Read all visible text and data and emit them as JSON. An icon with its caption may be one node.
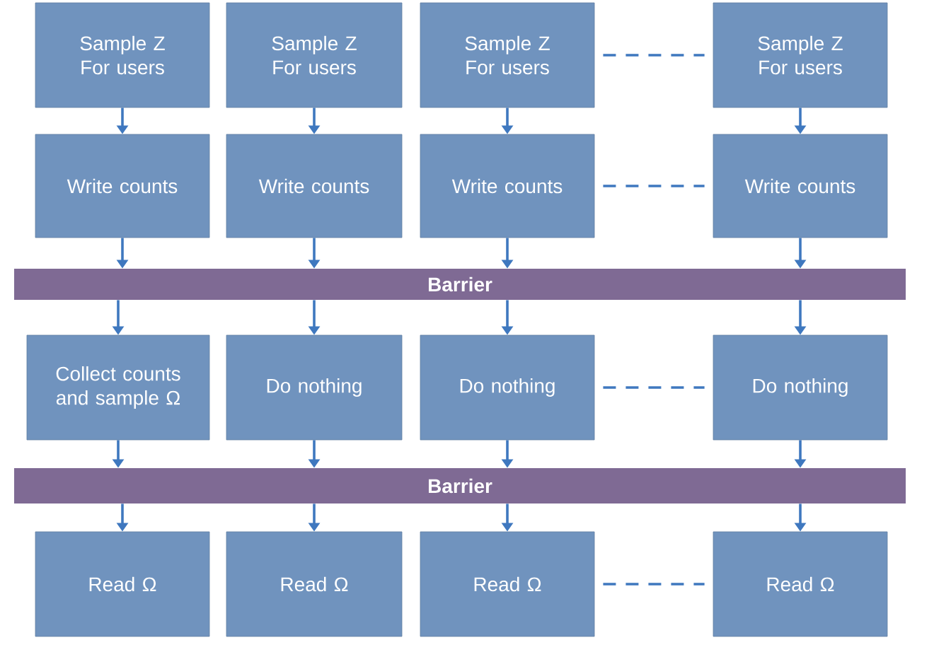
{
  "diagram": {
    "nodes": [
      {
        "text": [
          "Sample Z For users"
        ]
      },
      {
        "text": [
          "Sample Z For users"
        ]
      },
      {
        "text": [
          "Sample Z For users"
        ]
      },
      {
        "text": [
          "Sample Z For users"
        ]
      },
      {
        "text": [
          "Write counts"
        ]
      },
      {
        "text": [
          "Write counts"
        ]
      },
      {
        "text": [
          "Write counts"
        ]
      },
      {
        "text": [
          "Write counts"
        ]
      },
      {
        "text": [
          "Barrier"
        ]
      },
      {
        "text": [
          "Collect counts and sample Ω"
        ]
      },
      {
        "text": [
          "Do nothing"
        ]
      },
      {
        "text": [
          "Do nothing"
        ]
      },
      {
        "text": [
          "Do nothing"
        ]
      },
      {
        "text": [
          "Barrier"
        ]
      },
      {
        "text": [
          "Read Ω"
        ]
      },
      {
        "text": [
          "Read Ω"
        ]
      },
      {
        "text": [
          "Read Ω"
        ]
      },
      {
        "text": [
          "Read Ω"
        ]
      }
    ],
    "edges": [
      {
        "from": 0,
        "to": 4,
        "arrow": "to"
      },
      {
        "from": 1,
        "to": 5,
        "arrow": "to"
      },
      {
        "from": 2,
        "to": 6,
        "arrow": "to"
      },
      {
        "from": 3,
        "to": 7,
        "arrow": "to"
      },
      {
        "from": 4,
        "to": 8,
        "arrow": "to"
      },
      {
        "from": 5,
        "to": 8,
        "arrow": "to"
      },
      {
        "from": 6,
        "to": 8,
        "arrow": "to"
      },
      {
        "from": 7,
        "to": 8,
        "arrow": "to"
      },
      {
        "from": 8,
        "to": 9,
        "arrow": "to"
      },
      {
        "from": 8,
        "to": 10,
        "arrow": "to"
      },
      {
        "from": 8,
        "to": 11,
        "arrow": "to"
      },
      {
        "from": 8,
        "to": 12,
        "arrow": "to"
      },
      {
        "from": 9,
        "to": 13,
        "arrow": "to"
      },
      {
        "from": 10,
        "to": 13,
        "arrow": "to"
      },
      {
        "from": 11,
        "to": 13,
        "arrow": "to"
      },
      {
        "from": 12,
        "to": 13,
        "arrow": "to"
      },
      {
        "from": 13,
        "to": 14,
        "arrow": "to"
      },
      {
        "from": 13,
        "to": 15,
        "arrow": "to"
      },
      {
        "from": 13,
        "to": 16,
        "arrow": "to"
      },
      {
        "from": 13,
        "to": 17,
        "arrow": "to"
      },
      {
        "from": 2,
        "to": 3,
        "arrow": "none",
        "style": "dashed"
      },
      {
        "from": 6,
        "to": 7,
        "arrow": "none",
        "style": "dashed"
      },
      {
        "from": 11,
        "to": 12,
        "arrow": "none",
        "style": "dashed"
      },
      {
        "from": 16,
        "to": 17,
        "arrow": "none",
        "style": "dashed"
      }
    ]
  }
}
